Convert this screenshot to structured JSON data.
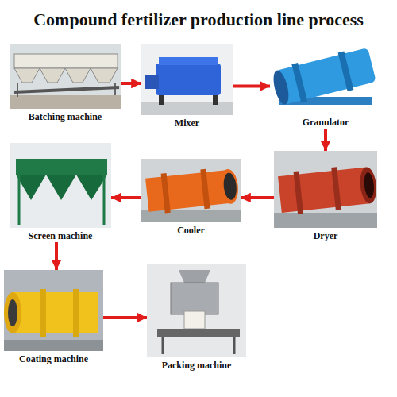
{
  "diagram": {
    "title": "Compound fertilizer production line process",
    "nodes": [
      {
        "text": [
          "Batching machine"
        ]
      },
      {
        "text": [
          "Mixer"
        ]
      },
      {
        "text": [
          "Granulator"
        ]
      },
      {
        "text": [
          "Dryer"
        ]
      },
      {
        "text": [
          "Cooler"
        ]
      },
      {
        "text": [
          "Screen machine"
        ]
      },
      {
        "text": [
          "Coating machine"
        ]
      },
      {
        "text": [
          "Packing machine"
        ]
      }
    ],
    "edges": [
      {
        "from": 0,
        "to": 1,
        "arrow": "to"
      },
      {
        "from": 1,
        "to": 2,
        "arrow": "to"
      },
      {
        "from": 2,
        "to": 3,
        "arrow": "to"
      },
      {
        "from": 3,
        "to": 4,
        "arrow": "to"
      },
      {
        "from": 4,
        "to": 5,
        "arrow": "to"
      },
      {
        "from": 5,
        "to": 6,
        "arrow": "to"
      },
      {
        "from": 6,
        "to": 7,
        "arrow": "to"
      }
    ]
  }
}
